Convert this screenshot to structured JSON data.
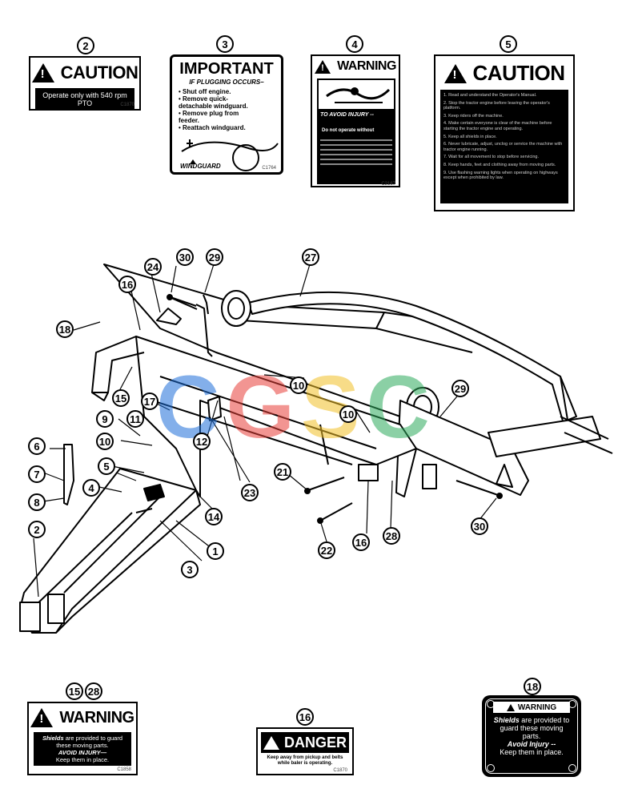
{
  "decals": {
    "d2": {
      "callout": "2",
      "title": "CAUTION",
      "text": "Operate only with 540 rpm PTO",
      "code": "C1870"
    },
    "d3": {
      "callout": "3",
      "title": "IMPORTANT",
      "subtitle": "IF PLUGGING OCCURS–",
      "items": [
        "• Shut off engine.",
        "• Remove quick-detachable windguard.",
        "• Remove plug from feeder.",
        "• Reattach windguard."
      ],
      "label": "WINDGUARD",
      "code": "C1764"
    },
    "d4": {
      "callout": "4",
      "title": "WARNING",
      "avoid": "TO AVOID INJURY --",
      "notice": "Do not operate without",
      "code": "C2167"
    },
    "d5": {
      "callout": "5",
      "title": "CAUTION",
      "items": [
        "1. Read and understand the Operator's Manual.",
        "2. Stop the tractor engine before leaving the operator's platform.",
        "3. Keep riders off the machine.",
        "4. Make certain everyone is clear of the machine before starting the tractor engine and operating.",
        "5. Keep all shields in place.",
        "6. Never lubricate, adjust, unclog or service the machine with tractor engine running.",
        "7. Wait for all movement to stop before servicing.",
        "8. Keep hands, feet and clothing away from moving parts.",
        "9. Use flashing warning lights when operating on highways except when prohibited by law."
      ]
    },
    "d15": {
      "callout_a": "15",
      "callout_b": "28",
      "title": "WARNING",
      "line1_em": "Shields",
      "line1": " are provided to guard these moving parts.",
      "avoid": "AVOID INJURY—",
      "line3": "Keep them in place.",
      "code": "C1858"
    },
    "d16": {
      "callout": "16",
      "title": "DANGER",
      "text": "Keep away from pickup and belts while baler is operating.",
      "code": "C1870"
    },
    "d18": {
      "callout": "18",
      "title": "WARNING",
      "line1_em": "Shields",
      "line1": " are provided to guard these moving parts.",
      "avoid": "Avoid Injury --",
      "line3": "Keep them in place."
    }
  },
  "callouts": [
    "1",
    "2",
    "3",
    "4",
    "5",
    "6",
    "7",
    "8",
    "9",
    "10",
    "10",
    "10",
    "11",
    "12",
    "14",
    "15",
    "16",
    "16",
    "17",
    "18",
    "21",
    "22",
    "23",
    "24",
    "27",
    "28",
    "29",
    "29",
    "30",
    "30"
  ],
  "watermark": {
    "letters": [
      "C",
      "G",
      "S",
      "C"
    ],
    "colors": [
      "#1e6fd9",
      "#e8403a",
      "#f2c028",
      "#2eaa5c"
    ]
  }
}
